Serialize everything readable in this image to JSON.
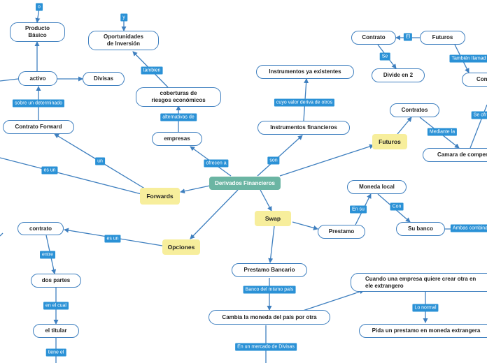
{
  "center": "Derivados Financieros",
  "nodes": {
    "producto_basico": "Producto\nBásico",
    "oportunidades": "Oportunidades\nde Inversión",
    "activo": "activo",
    "divisas": "Divisas",
    "coberturas": "coberturas de\nriesgos económicos",
    "contrato_forward": "Contrato Forward",
    "empresas": "empresas",
    "forwards": "Forwards",
    "instrumentos_existentes": "Instrumentos ya existentes",
    "instrumentos_financieros": "Instrumentos financieros",
    "futuros_main": "Futuros",
    "contrato_top": "Contrato",
    "futuros_top": "Futuros",
    "divide_en_2": "Divide en 2",
    "contra_cut": "Contra",
    "contratos": "Contratos",
    "camara": "Camara de compen",
    "moneda_local": "Moneda local",
    "swap": "Swap",
    "prestamo": "Prestamo",
    "su_banco": "Su banco",
    "opciones": "Opciones",
    "contrato_left": "contrato",
    "dos_partes": "dos partes",
    "el_titular": "el titular",
    "prestamo_bancario": "Prestamo Bancario",
    "cambia_moneda": "Cambia la moneda del país por otra",
    "cuando_empresa": "Cuando una empresa quiere crear otra en\nele extrangero",
    "pida_prestamo": "Pida un prestamo en moneda extrangera"
  },
  "labels": {
    "o": "o",
    "y": "y",
    "tambien": "tambien",
    "alternativas_de": "alternativas de",
    "sobre_un_determinado": "sobre un determinado",
    "un": "un",
    "es_un_top": "es un",
    "ofrecen_a": "ofrecen a",
    "son": "son",
    "cuyo_valor": "cuyo valor deriva de otros",
    "el": "El",
    "se": "Se",
    "tambien_llamad": "También llamad",
    "mediante_la": "Mediante la",
    "se_ofr": "Se ofr",
    "en_su": "En su",
    "con": "Con",
    "ambas_combina": "Ambas combina",
    "es_un_bottom": "es un",
    "entre": "entre",
    "en_el_cual": "en el cual",
    "tiene_el": "tiene el",
    "banco_mismo_pais": "Banco del mismo país",
    "lo_normal": "Lo normal",
    "en_mercado_divisas": "En un mercado de Divisas"
  },
  "colors": {
    "border": "#3e7fbf",
    "label_bg": "#2a91d6",
    "central": "#6bb5a3",
    "main_topic": "#f7ee9c"
  }
}
